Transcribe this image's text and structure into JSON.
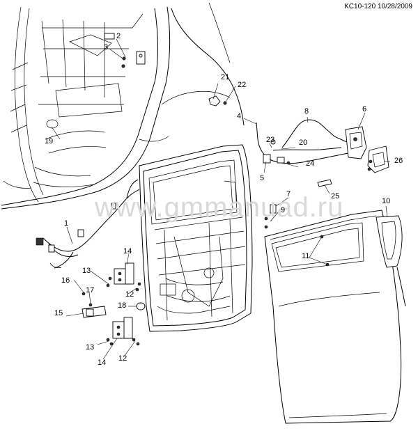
{
  "header_code": "KC10-120 10/28/2009",
  "watermark": "www.gmmanuad.ru",
  "callouts": [
    {
      "id": "c1",
      "text": "1"
    },
    {
      "id": "c2",
      "text": "2"
    },
    {
      "id": "c3",
      "text": "3"
    },
    {
      "id": "c4",
      "text": "4"
    },
    {
      "id": "c5",
      "text": "5"
    },
    {
      "id": "c6",
      "text": "6"
    },
    {
      "id": "c7",
      "text": "7"
    },
    {
      "id": "c8",
      "text": "8"
    },
    {
      "id": "c9",
      "text": "9"
    },
    {
      "id": "c10",
      "text": "10"
    },
    {
      "id": "c11",
      "text": "11"
    },
    {
      "id": "c12a",
      "text": "12"
    },
    {
      "id": "c12b",
      "text": "12"
    },
    {
      "id": "c13a",
      "text": "13"
    },
    {
      "id": "c13b",
      "text": "13"
    },
    {
      "id": "c14a",
      "text": "14"
    },
    {
      "id": "c14b",
      "text": "14"
    },
    {
      "id": "c15",
      "text": "15"
    },
    {
      "id": "c16",
      "text": "16"
    },
    {
      "id": "c17",
      "text": "17"
    },
    {
      "id": "c18",
      "text": "18"
    },
    {
      "id": "c19",
      "text": "19"
    },
    {
      "id": "c20",
      "text": "20"
    },
    {
      "id": "c21",
      "text": "21"
    },
    {
      "id": "c22",
      "text": "22"
    },
    {
      "id": "c23",
      "text": "23"
    },
    {
      "id": "c24",
      "text": "24"
    },
    {
      "id": "c25",
      "text": "25"
    },
    {
      "id": "c26",
      "text": "26"
    }
  ]
}
